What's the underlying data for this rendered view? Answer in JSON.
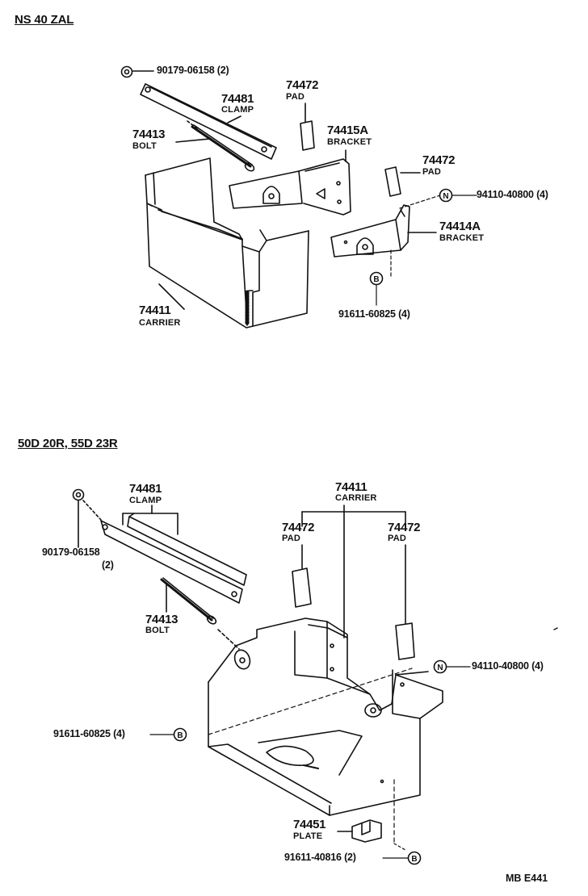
{
  "sections": [
    {
      "heading": "NS 40 ZAL",
      "callouts": {
        "nut_ref": "90179-06158 (2)",
        "clamp": {
          "number": "74481",
          "name": "CLAMP"
        },
        "pad_top": {
          "number": "74472",
          "name": "PAD"
        },
        "bolt": {
          "number": "74413",
          "name": "BOLT"
        },
        "bracket_a": {
          "number": "74415A",
          "name": "BRACKET"
        },
        "pad_right": {
          "number": "74472",
          "name": "PAD"
        },
        "n_ref": "94110-40800 (4)",
        "bracket_b": {
          "number": "74414A",
          "name": "BRACKET"
        },
        "b_ref": "91611-60825 (4)",
        "carrier": {
          "number": "74411",
          "name": "CARRIER"
        }
      }
    },
    {
      "heading": "50D 20R, 55D 23R",
      "callouts": {
        "clamp": {
          "number": "74481",
          "name": "CLAMP"
        },
        "carrier": {
          "number": "74411",
          "name": "CARRIER"
        },
        "nut_ref_line1": "90179-06158",
        "nut_ref_line2": "(2)",
        "pad_left": {
          "number": "74472",
          "name": "PAD"
        },
        "pad_right": {
          "number": "74472",
          "name": "PAD"
        },
        "bolt": {
          "number": "74413",
          "name": "BOLT"
        },
        "n_ref": "94110-40800 (4)",
        "b_ref": "91611-60825 (4)",
        "plate": {
          "number": "74451",
          "name": "PLATE"
        },
        "b2_ref": "91611-40816 (2)"
      }
    }
  ],
  "markers": {
    "n": "N",
    "b": "B"
  },
  "footer_code": "MB  E441"
}
